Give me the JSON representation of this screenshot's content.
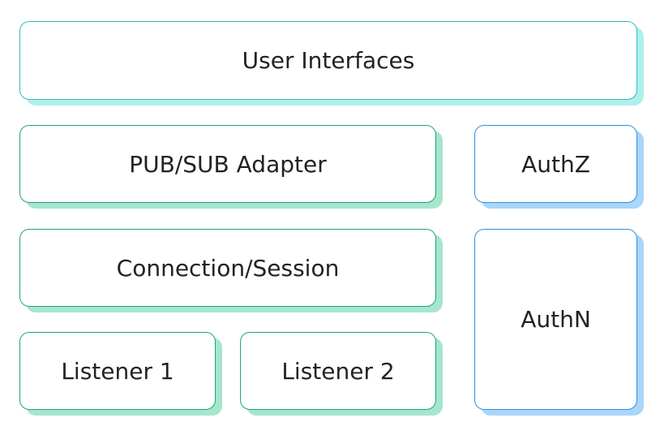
{
  "blocks": {
    "user_interfaces": "User Interfaces",
    "pubsub_adapter": "PUB/SUB Adapter",
    "authz": "AuthZ",
    "connection_session": "Connection/Session",
    "authn": "AuthN",
    "listener_1": "Listener 1",
    "listener_2": "Listener 2"
  },
  "colors": {
    "cyan_border": "#2bbfb9",
    "cyan_shadow": "#aef0ec",
    "green_border": "#1aa57a",
    "green_shadow": "#a6e6cc",
    "blue_border": "#2f8fe6",
    "blue_shadow": "#a9d6fb"
  }
}
